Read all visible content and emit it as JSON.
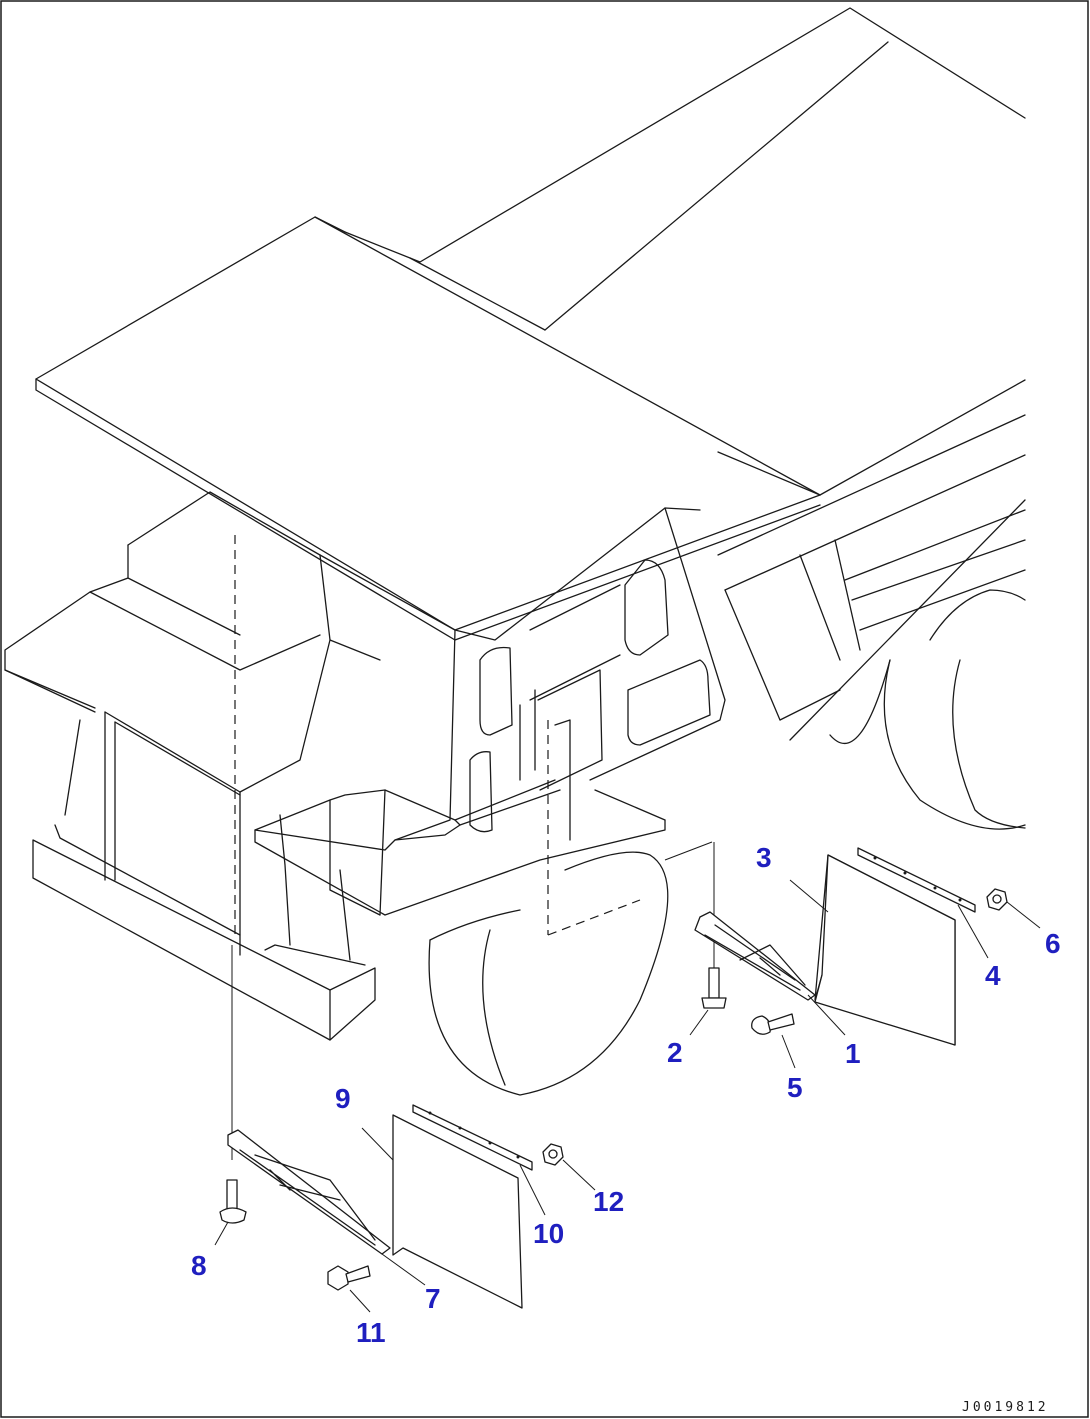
{
  "callouts": [
    {
      "id": "1",
      "label": "1"
    },
    {
      "id": "2",
      "label": "2"
    },
    {
      "id": "3",
      "label": "3"
    },
    {
      "id": "4",
      "label": "4"
    },
    {
      "id": "5",
      "label": "5"
    },
    {
      "id": "6",
      "label": "6"
    },
    {
      "id": "7",
      "label": "7"
    },
    {
      "id": "8",
      "label": "8"
    },
    {
      "id": "9",
      "label": "9"
    },
    {
      "id": "10",
      "label": "10"
    },
    {
      "id": "11",
      "label": "11"
    },
    {
      "id": "12",
      "label": "12"
    }
  ],
  "drawing_code": "J0019812",
  "colors": {
    "callout": "#1f1fbf",
    "line": "#1a1a1a",
    "background": "#ffffff"
  }
}
